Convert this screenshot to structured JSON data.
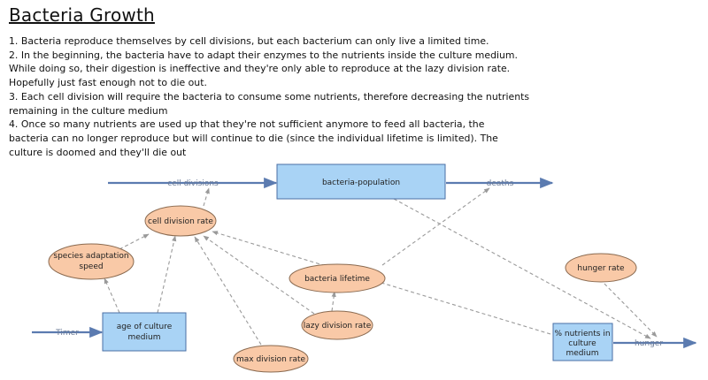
{
  "title": "Bacteria Growth",
  "description_lines": [
    "1. Bacteria reproduce themselves by cell divisions, but each bacterium can only live a limited time.",
    "2. In the beginning, the bacteria have to adapt their enzymes to the nutrients inside the culture medium.",
    "While doing so, their digestion is ineffective and they're only able to reproduce at the lazy division rate.",
    "Hopefully just fast enough not to die out.",
    "3. Each cell division will require the bacteria to consume some nutrients, therefore decreasing the nutrients",
    "remaining in the culture medium",
    "4. Once so many nutrients are used up that they're not sufficient anymore to feed all bacteria, the",
    "bacteria can no longer reproduce but will continue to die (since the individual lifetime is limited). The",
    "culture is doomed and they'll die out"
  ],
  "diagram": {
    "stocks": {
      "bacteria_population": "bacteria-population",
      "age_of_culture_medium": [
        "age of culture",
        "medium"
      ],
      "nutrients_in_culture_medium": [
        "% nutrients in",
        "culture",
        "medium"
      ]
    },
    "flows": {
      "cell_divisions": "cell divisions",
      "deaths": "deaths",
      "timer": "Timer",
      "hunger": "hunger"
    },
    "variables": {
      "cell_division_rate": "cell division rate",
      "species_adaptation_speed": [
        "species adaptation",
        "speed"
      ],
      "bacteria_lifetime": "bacteria lifetime",
      "lazy_division_rate": "lazy division rate",
      "max_division_rate": "max division rate",
      "hunger_rate": "hunger rate"
    }
  },
  "colors": {
    "stock_fill": "#a9d3f5",
    "stock_stroke": "#4a6fa5",
    "variable_fill": "#f9c9a7",
    "variable_stroke": "#8a6a50",
    "flow_arrow": "#5b7bb0",
    "link_dash": "#9a9a9a"
  }
}
